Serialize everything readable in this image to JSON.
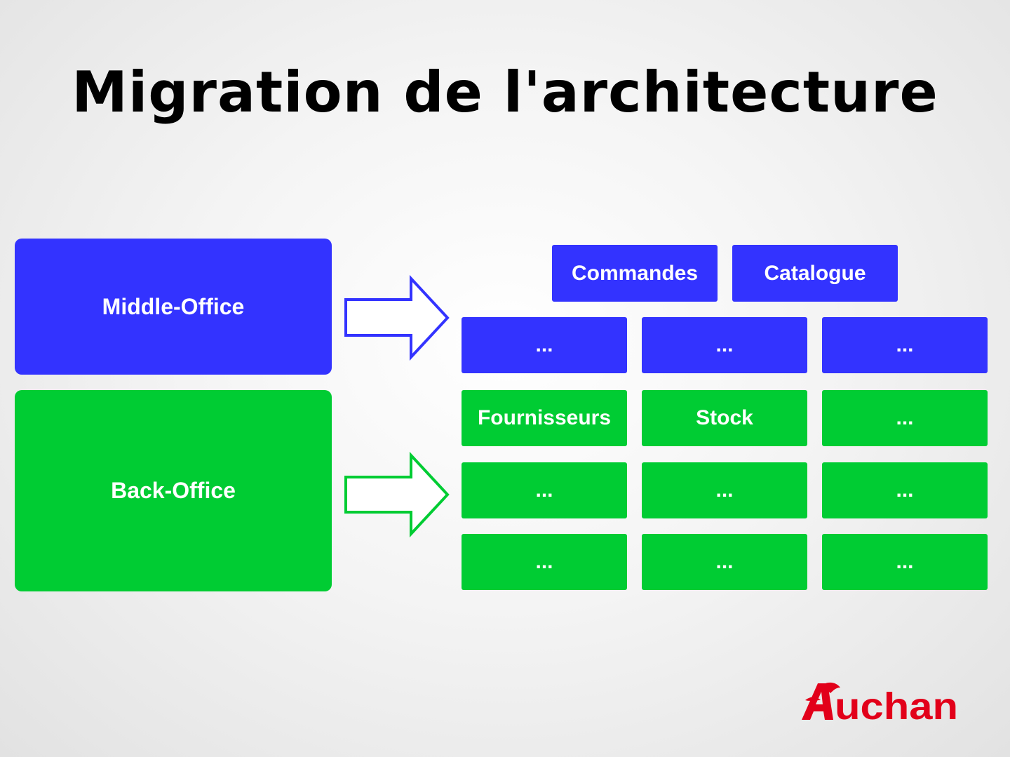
{
  "title": "Migration de l'architecture",
  "middle_office": {
    "label": "Middle-Office",
    "color": "#3333ff"
  },
  "back_office": {
    "label": "Back-Office",
    "color": "#00cc33"
  },
  "blue_services": {
    "row1": [
      "Commandes",
      "Catalogue"
    ],
    "row2": [
      "...",
      "...",
      "..."
    ]
  },
  "green_services": {
    "row1": [
      "Fournisseurs",
      "Stock",
      "..."
    ],
    "row2": [
      "...",
      "...",
      "..."
    ],
    "row3": [
      "...",
      "...",
      "..."
    ]
  },
  "logo": {
    "text": "Auchan",
    "color": "#e2001a"
  }
}
